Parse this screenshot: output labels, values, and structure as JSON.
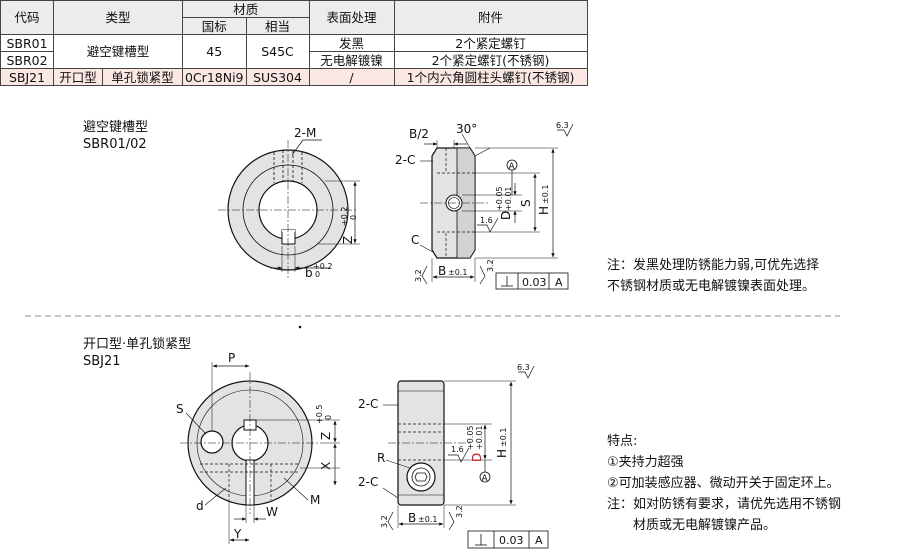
{
  "table": {
    "headers": {
      "code": "代码",
      "type": "类型",
      "material": "材质",
      "material_gb": "国标",
      "material_eq": "相当",
      "surface": "表面处理",
      "accessory": "附件"
    },
    "rows": [
      {
        "code": "SBR01",
        "surface": "发黑",
        "accessory": "2个紧定螺钉"
      },
      {
        "code": "SBR02",
        "surface": "无电解镀镍",
        "accessory": "2个紧定螺钉(不锈钢)"
      },
      {
        "code": "SBJ21",
        "type_a": "开口型",
        "type_b": "单孔锁紧型",
        "material_gb": "0Cr18Ni9",
        "material_eq": "SUS304",
        "surface": "/",
        "accessory": "1个内六角圆柱头螺钉(不锈钢)"
      }
    ],
    "sbr_type": "避空键槽型",
    "sbr_material_gb": "45",
    "sbr_material_eq": "S45C"
  },
  "top_drawing": {
    "title": "避空键槽型",
    "codes": "SBR01/02",
    "labels": {
      "m": "2-M",
      "z": "Z",
      "z_tol_upper": "+0.2",
      "z_tol_lower": "0",
      "b": "b",
      "b_tol_upper": "+0.2",
      "b_tol_lower": "0",
      "b2": "B/2",
      "angle": "30°",
      "chamfer_2c": "2-C",
      "chamfer_c": "C",
      "datum": "A",
      "d": "D",
      "d_tol_upper": "+0.05",
      "d_tol_lower": "+0.01",
      "s": "S",
      "h": "H",
      "h_tol": "±0.1",
      "roughness_16": "1.6",
      "roughness_32a": "3.2",
      "roughness_32b": "3.2",
      "roughness_63": "6.3",
      "bw": "B",
      "bw_tol": "±0.1",
      "perp_value": "0.03",
      "perp_datum": "A"
    },
    "note": [
      "注：发黑处理防锈能力弱,可优先选择",
      "不锈钢材质或无电解镀镍表面处理。"
    ]
  },
  "bottom_drawing": {
    "title": "开口型·单孔锁紧型",
    "code": "SBJ21",
    "labels": {
      "p": "P",
      "s": "S",
      "z": "Z",
      "z_tol_upper": "+0.5",
      "z_tol_lower": "0",
      "x": "X",
      "d": "d",
      "w": "W",
      "y": "Y",
      "m": "M",
      "chamfer_2c_top": "2-C",
      "chamfer_2c_bottom": "2-C",
      "r": "R",
      "roughness_16": "1.6",
      "roughness_32a": "3.2",
      "roughness_32b": "3.2",
      "roughness_63": "6.3",
      "dd": "D",
      "dd_tol_upper": "+0.05",
      "dd_tol_lower": "+0.01",
      "h": "H",
      "h_tol": "±0.1",
      "datum": "A",
      "bw": "B",
      "bw_tol": "±0.1",
      "perp_value": "0.03",
      "perp_datum": "A"
    },
    "features_title": "特点:",
    "features": [
      "①夹持力超强",
      "②可加装感应器、微动开关于固定环上。"
    ],
    "note": [
      "注：如对防锈有要求，请优先选用不锈钢",
      "材质或无电解镀镍产品。"
    ]
  },
  "colors": {
    "highlight_row": "#fbe8e4",
    "red_text": "#d01818"
  }
}
